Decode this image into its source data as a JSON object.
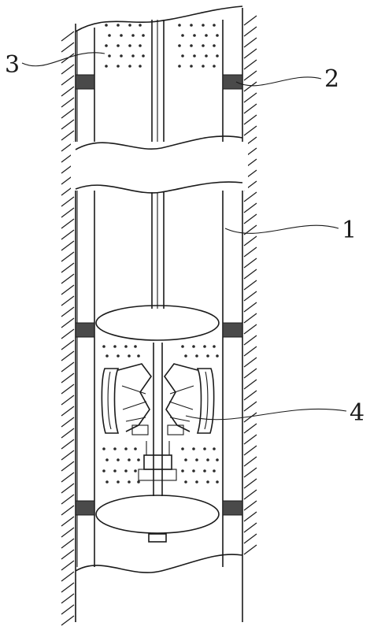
{
  "labels": [
    {
      "id": "1",
      "text": "1"
    },
    {
      "id": "2",
      "text": "2"
    },
    {
      "id": "3",
      "text": "3"
    },
    {
      "id": "4",
      "text": "4"
    }
  ],
  "colors": {
    "line": "#1a1a1a",
    "pad": "#4a4a4a",
    "background": "#ffffff"
  }
}
